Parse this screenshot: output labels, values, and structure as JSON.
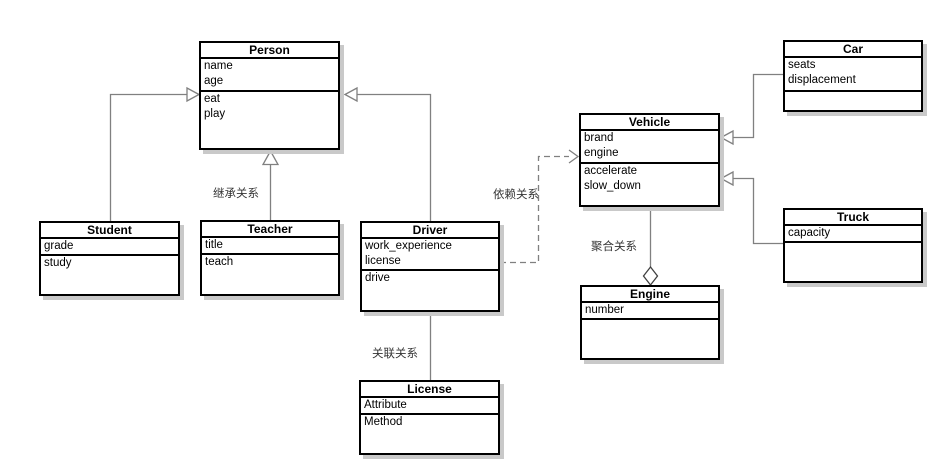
{
  "diagram": {
    "type": "uml-class-diagram",
    "classes": [
      {
        "id": "person",
        "name": "Person",
        "attributes": [
          "name",
          "age"
        ],
        "methods": [
          "eat",
          "play"
        ]
      },
      {
        "id": "student",
        "name": "Student",
        "attributes": [
          "grade"
        ],
        "methods": [
          "study"
        ]
      },
      {
        "id": "teacher",
        "name": "Teacher",
        "attributes": [
          "title"
        ],
        "methods": [
          "teach"
        ]
      },
      {
        "id": "driver",
        "name": "Driver",
        "attributes": [
          "work_experience",
          "license"
        ],
        "methods": [
          "drive"
        ]
      },
      {
        "id": "license",
        "name": "License",
        "attributes": [
          "Attribute"
        ],
        "methods": [
          "Method"
        ]
      },
      {
        "id": "vehicle",
        "name": "Vehicle",
        "attributes": [
          "brand",
          "engine"
        ],
        "methods": [
          "accelerate",
          "slow_down"
        ]
      },
      {
        "id": "engine",
        "name": "Engine",
        "attributes": [
          "number"
        ],
        "methods": []
      },
      {
        "id": "car",
        "name": "Car",
        "attributes": [
          "seats",
          "displacement"
        ],
        "methods": []
      },
      {
        "id": "truck",
        "name": "Truck",
        "attributes": [
          "capacity"
        ],
        "methods": []
      }
    ],
    "labels": [
      {
        "id": "inheritance",
        "text": "继承关系"
      },
      {
        "id": "association",
        "text": "关联关系"
      },
      {
        "id": "dependency",
        "text": "依赖关系"
      },
      {
        "id": "aggregation",
        "text": "聚合关系"
      }
    ],
    "relationships": [
      {
        "from": "Student",
        "to": "Person",
        "type": "inheritance"
      },
      {
        "from": "Teacher",
        "to": "Person",
        "type": "inheritance"
      },
      {
        "from": "Driver",
        "to": "Person",
        "type": "inheritance"
      },
      {
        "from": "Driver",
        "to": "License",
        "type": "association"
      },
      {
        "from": "Driver",
        "to": "Vehicle",
        "type": "dependency"
      },
      {
        "from": "Vehicle",
        "to": "Engine",
        "type": "aggregation"
      },
      {
        "from": "Car",
        "to": "Vehicle",
        "type": "inheritance"
      },
      {
        "from": "Truck",
        "to": "Vehicle",
        "type": "inheritance"
      }
    ],
    "colors": {
      "background": "#ffffff",
      "box_border": "#000000",
      "box_shadow": "#c9c9c9",
      "wire": "#808080",
      "text": "#000000",
      "label_text": "#333333"
    }
  }
}
